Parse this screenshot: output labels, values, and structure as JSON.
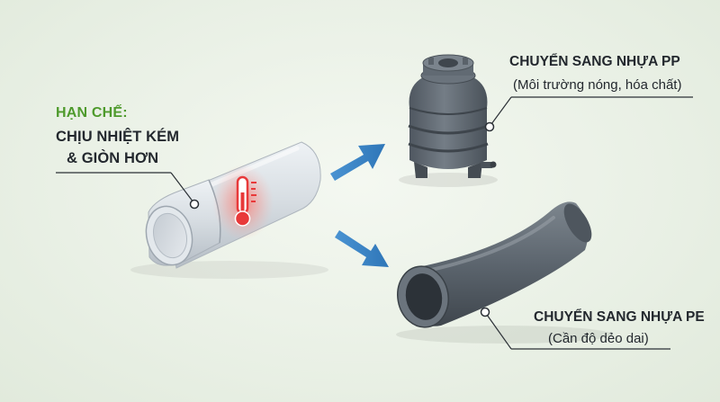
{
  "limitation": {
    "title": "HẠN CHẾ:",
    "line1": "CHỊU NHIỆT KÉM",
    "line2": "& GIÒN HƠN"
  },
  "pp": {
    "title": "CHUYỂN SANG NHỰA PP",
    "subtitle": "(Môi trường nóng, hóa chất)"
  },
  "pe": {
    "title": "CHUYỂN SANG NHỰA PE",
    "subtitle": "(Cần độ dẻo dai)"
  },
  "colors": {
    "background": "#eaf0e6",
    "accent_green": "#4e9a2c",
    "arrow_blue": "#3d86c6",
    "heat_red": "#e8393a",
    "pvc_pipe": "#d7dde2",
    "dark_plastic": "#59626b"
  },
  "icons": [
    "thermometer-icon",
    "arrow-right-icon",
    "arrow-right-icon"
  ]
}
